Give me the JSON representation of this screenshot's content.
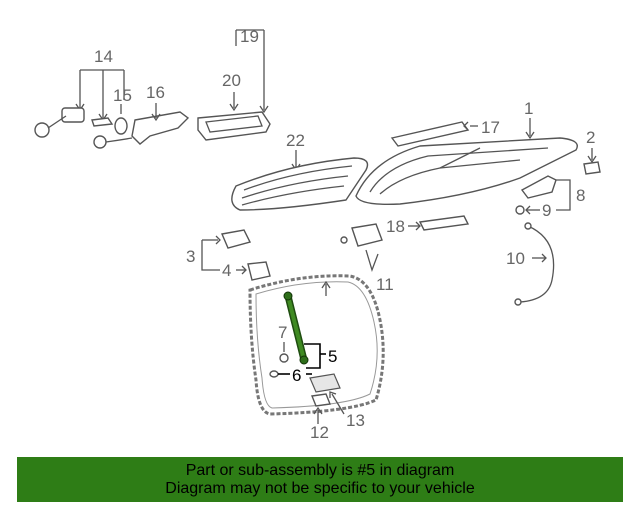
{
  "callouts": {
    "c1": "1",
    "c2": "2",
    "c3": "3",
    "c4": "4",
    "c5": "5",
    "c6": "6",
    "c7": "7",
    "c8": "8",
    "c9": "9",
    "c10": "10",
    "c11": "11",
    "c12": "12",
    "c13": "13",
    "c14": "14",
    "c15": "15",
    "c16": "16",
    "c17": "17",
    "c18": "18",
    "c19": "19",
    "c20": "20",
    "c22": "22"
  },
  "highlight": {
    "part_number": "5",
    "color": "#2e7d16",
    "part_color": "#2e6e1a"
  },
  "banner": {
    "line1": "Part or sub-assembly is #5 in diagram",
    "line2": "Diagram may not be specific to your vehicle"
  }
}
